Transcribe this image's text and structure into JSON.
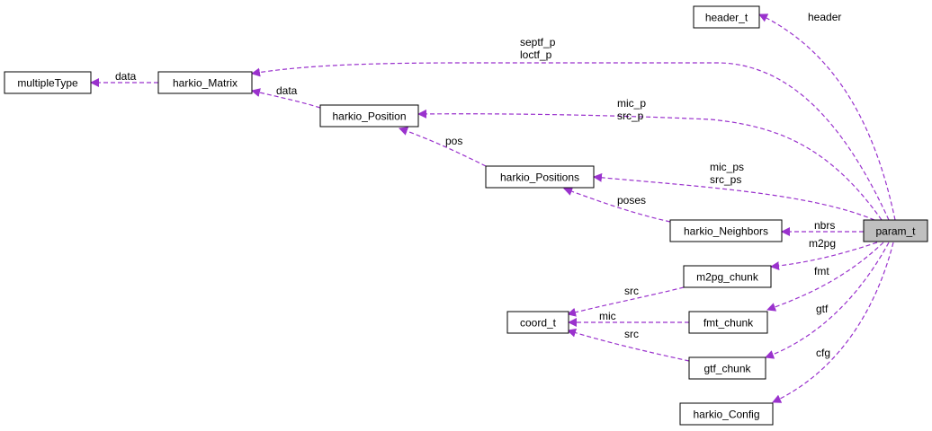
{
  "colors": {
    "edge": "#9a32cd",
    "focus_fill": "#bfbfbf"
  },
  "nodes": {
    "header_t": "header_t",
    "multipleType": "multipleType",
    "harkio_Matrix": "harkio_Matrix",
    "harkio_Position": "harkio_Position",
    "harkio_Positions": "harkio_Positions",
    "harkio_Neighbors": "harkio_Neighbors",
    "param_t": "param_t",
    "m2pg_chunk": "m2pg_chunk",
    "coord_t": "coord_t",
    "fmt_chunk": "fmt_chunk",
    "gtf_chunk": "gtf_chunk",
    "harkio_Config": "harkio_Config"
  },
  "edges": {
    "header": [
      "header"
    ],
    "matrix_param": [
      "septf_p",
      "loctf_p"
    ],
    "matrix_multiple": [
      "data"
    ],
    "position_matrix": [
      "data"
    ],
    "position_param": [
      "mic_p",
      "src_p"
    ],
    "positions_position": [
      "pos"
    ],
    "positions_param": [
      "mic_ps",
      "src_ps"
    ],
    "neighbors_positions": [
      "poses"
    ],
    "neighbors_param": [
      "nbrs"
    ],
    "m2pg": [
      "m2pg"
    ],
    "m2pg_coord": [
      "src"
    ],
    "fmt": [
      "fmt"
    ],
    "fmt_coord": [
      "mic"
    ],
    "gtf": [
      "gtf"
    ],
    "gtf_coord": [
      "src"
    ],
    "cfg": [
      "cfg"
    ]
  }
}
